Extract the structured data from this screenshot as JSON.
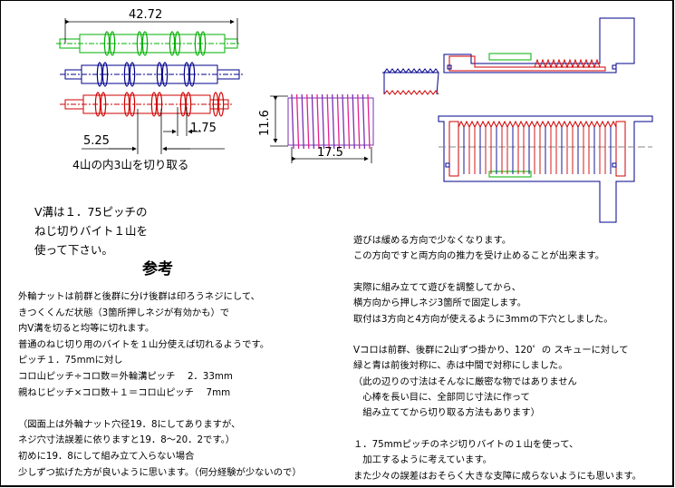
{
  "dims": {
    "overall_length": "42.72",
    "inner_offset": "5.25",
    "pitch": "1.75",
    "coil_diameter": "11.6",
    "coil_length": "17.5"
  },
  "caption_cut": "4山の内3山を切り取る",
  "note_v_groove": [
    "V溝は１．75ピッチの",
    "ねじ切りバイト１山を",
    "使って下さい。"
  ],
  "heading_ref": "参考",
  "left_notes": [
    "外輪ナットは前群と後群に分け後群は印ろうネジにして、",
    "きつくくんだ状態（3箇所押しネジが有効かも）で",
    "内V溝を切ると均等に切れます。",
    "普通のねじ切り用のバイトを１山分使えば切れるようです。",
    "ピッチ１．75mmに対し",
    "コロ山ピッチ÷コロ数＝外輪溝ピッチ　 2．33mm",
    "親ねじピッチ×コロ数＋１＝コロ山ピッチ　 7mm",
    "",
    "（図面上は外輪ナット穴径19．8にしてありますが、",
    "ネジ穴寸法誤差に依りますと19．8～20．2です。）",
    "初めに19．8にして組み立て入らない場合",
    "少しずつ拡げた方が良いように思います。（何分経験が少ないので）"
  ],
  "right_notes": [
    "遊びは緩める方向で少なくなります。",
    "この方向ですと両方向の推力を受け止めることが出来ます。",
    "",
    "実際に組み立てて遊びを調整してから、",
    "横方向から押しネジ3箇所で固定します。",
    "取付は3方向と4方向が使えるように3mmの下穴としました。",
    "",
    "Vコロは前群、後群に2山ずつ掛かり、120゜の スキューに対して",
    "緑と青は前後対称に、赤は中間で対称にしました。",
    "（此の辺りの寸法はそんなに厳密な物ではありません",
    "　心棒を長い目に、全部同じ寸法に作って",
    "　組み立ててから切り取る方法もあります）",
    "",
    "１．75mmピッチのネジ切りバイトの１山を使って、",
    "　加工するように考えています。",
    "また少々の誤差はおそらく大きな支障に成らないようにも思います。"
  ],
  "colors": {
    "green": "#00b000",
    "blue": "#00008c",
    "red": "#d00000",
    "dimline": "#000000",
    "coil": "#e8208c",
    "coil_alt": "#7a2fb0"
  }
}
